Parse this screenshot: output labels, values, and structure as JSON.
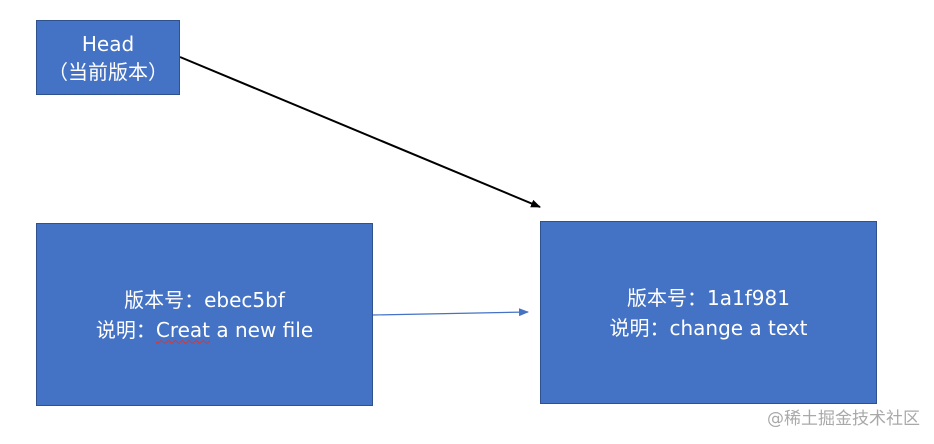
{
  "head": {
    "line1": "Head",
    "line2": "（当前版本）"
  },
  "version_old": {
    "id_line": "版本号：ebec5bf",
    "desc_prefix": "说明：",
    "desc_text": "Creat",
    "desc_rest": " a new file"
  },
  "version_new": {
    "id_line": "版本号：1a1f981",
    "desc_line": "说明：change a text"
  },
  "watermark": "@稀土掘金技术社区",
  "colors": {
    "box_fill": "#4472c4",
    "box_border": "#2f528f",
    "box_text": "#ffffff",
    "head_arrow": "#000000",
    "link_arrow": "#4472c4",
    "spellcheck": "#e0332b",
    "watermark": "#a9a9a9"
  }
}
